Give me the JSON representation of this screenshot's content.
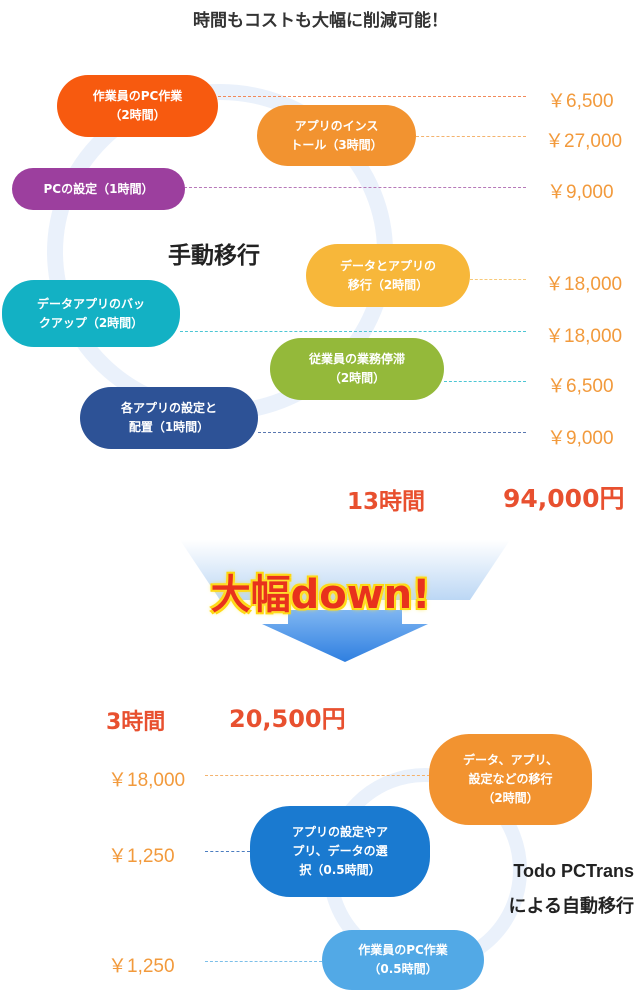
{
  "headline": "時間もコストも大幅に削減可能！",
  "manual": {
    "title": "手動移行",
    "tasks": [
      {
        "label": "作業員のPC作業\n（2時間）",
        "price": "￥6,500"
      },
      {
        "label": "アプリのインス\nトール（3時間）",
        "price": "￥27,000"
      },
      {
        "label": "PCの設定（1時間）",
        "price": "￥9,000"
      },
      {
        "label": "データとアプリの\n移行（2時間）",
        "price": "￥18,000"
      },
      {
        "label": "データアプリのバッ\nクアップ（2時間）",
        "price": "￥18,000"
      },
      {
        "label": "従業員の業務停滞\n（2時間）",
        "price": "￥6,500"
      },
      {
        "label": "各アプリの設定と\n配置（1時間）",
        "price": "￥9,000"
      }
    ],
    "total_time": "13時間",
    "total_cost": "94,000円"
  },
  "banner": "大幅down!",
  "auto": {
    "title_line1": "Todo PCTrans",
    "title_line2": "による自動移行",
    "total_time": "3時間",
    "total_cost": "20,500円",
    "tasks": [
      {
        "label": "データ、アプリ、\n設定などの移行\n（2時間）",
        "price": "￥18,000"
      },
      {
        "label": "アプリの設定やア\nプリ、データの選\n択（0.5時間）",
        "price": "￥1,250"
      },
      {
        "label": "作業員のPC作業\n（0.5時間）",
        "price": "￥1,250"
      }
    ]
  },
  "colors": {
    "orange_red": "#f75a0f",
    "orange": "#f29330",
    "purple": "#9c3f9e",
    "yellow": "#f7b73a",
    "teal": "#13b1c4",
    "green": "#94b93a",
    "navy": "#2d5296",
    "blue": "#1a7ad0",
    "light_blue": "#52a9e6",
    "price": "#f29a3c",
    "accent_red": "#e8502f"
  }
}
